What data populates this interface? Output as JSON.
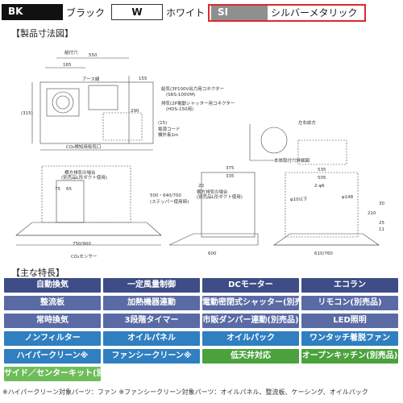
{
  "colors": {
    "bk": {
      "code": "BK",
      "name": "ブラック"
    },
    "w": {
      "code": "W",
      "name": "ホワイト"
    },
    "si": {
      "code": "SI",
      "name": "シルバーメタリック"
    },
    "highlight": "#e0272c"
  },
  "drawing_title": "【製品寸法図】",
  "drawing": {
    "top_labels": [
      "組付穴",
      "550",
      "165",
      "アース線",
      "(315)",
      "290",
      "155",
      "(15)",
      "電源コード",
      "機外長1m",
      "CO₂検知用吸気口"
    ],
    "side_labels": [
      "給気(3P100V出力用コネクター",
      "(SRS-100VM)",
      "排気(2P電動シャッター用コネクター",
      "(HDS-150用)",
      "左右前方",
      "本体取付穴詳細図",
      "2-φ6",
      "φ148",
      "φ10以下",
      "25",
      "11",
      "30"
    ],
    "front_labels": [
      "75",
      "65",
      "横方排気の場合",
      "(別売品L形ダクト使用)",
      "750/900",
      "CO₂センサー",
      "500・640/700",
      "(ステッパー使用時)"
    ],
    "mid_labels": [
      "375",
      "335",
      "20",
      "横方排気の場合",
      "(別売品L形ダクト使用)",
      "600"
    ],
    "right_labels": [
      "535",
      "505",
      "610/760",
      "210"
    ]
  },
  "features_title": "【主な特長】",
  "features": [
    [
      "自動換気",
      "一定風量制御",
      "DCモーター",
      "エコラン"
    ],
    [
      "整流板",
      "加熱機器連動",
      "電動密閉式シャッター(別売品)",
      "リモコン(別売品)"
    ],
    [
      "常時換気",
      "3段階タイマー",
      "市販ダンパー連動(別売品)",
      "LED照明"
    ],
    [
      "ノンフィルター",
      "オイルパネル",
      "オイルパック",
      "ワンタッチ着脱ファン"
    ],
    [
      "ハイパークリーン※",
      "ファンシークリーン※",
      "低天井対応",
      "オープンキッチン(別売品)"
    ],
    [
      "サイド／センターキット(別売品)"
    ]
  ],
  "note": "※ハイパークリーン対象パーツ：ファン ※ファンシークリーン対象パーツ：オイルパネル、整流板、ケーシング、オイルパック"
}
